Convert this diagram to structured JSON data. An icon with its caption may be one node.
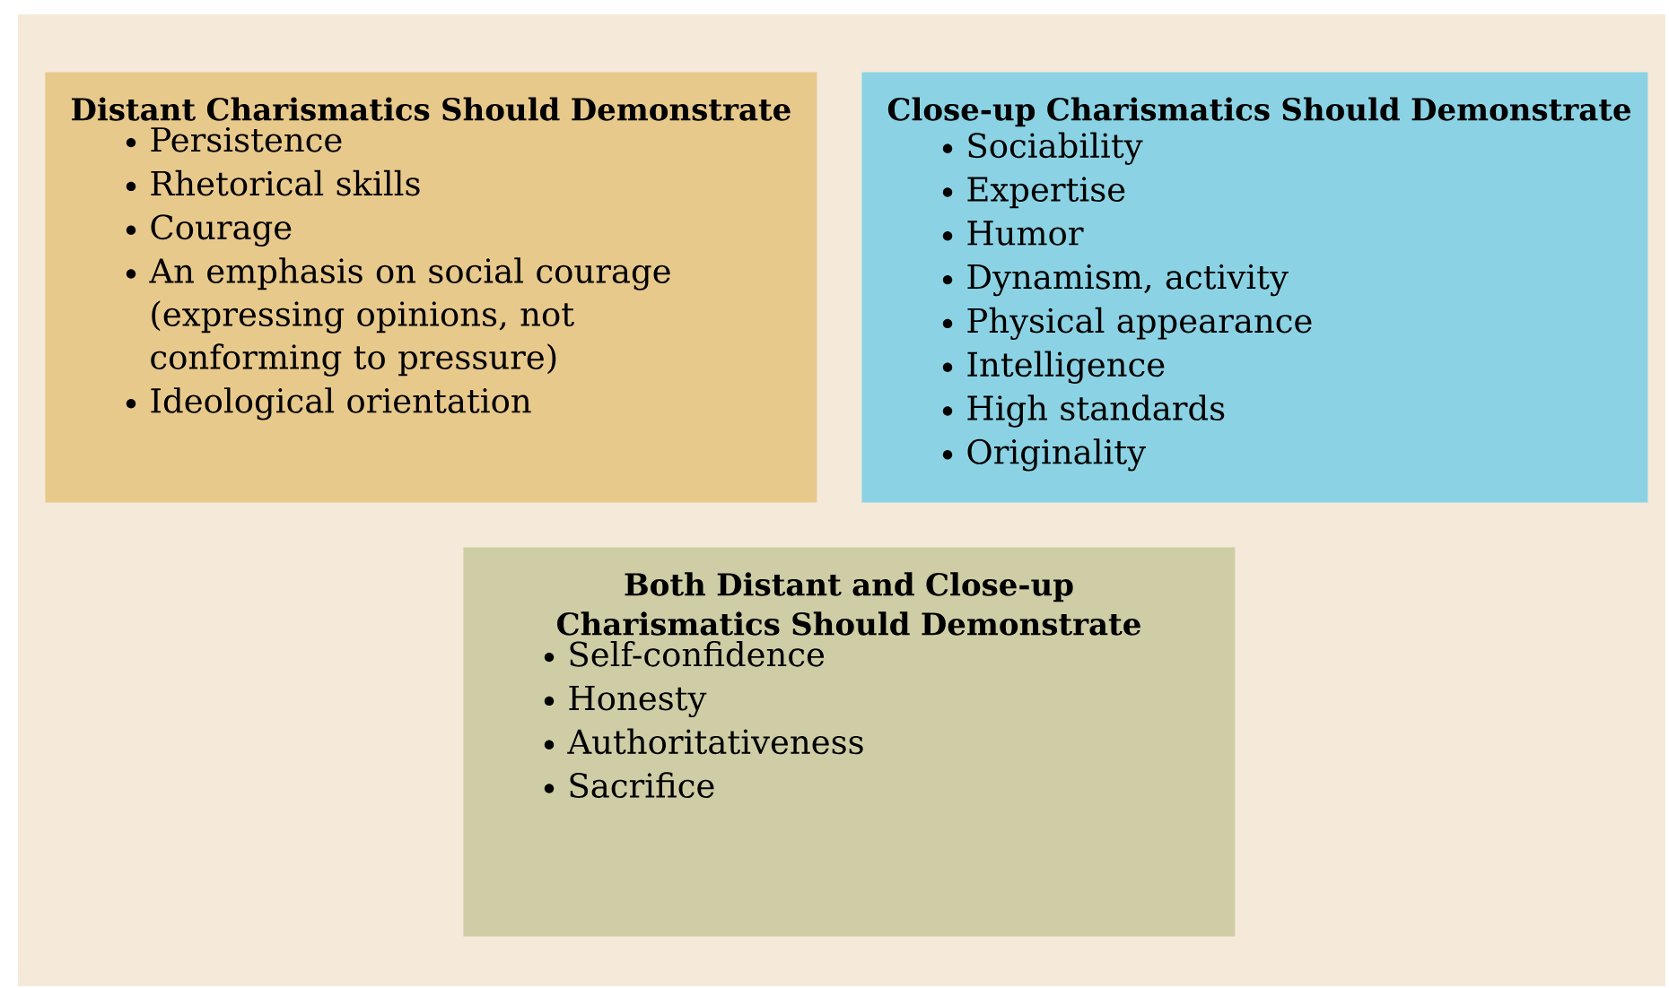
{
  "diagram": {
    "nodes": [
      {
        "text": [
          "Distant Charismatics Should Demonstrate",
          "Persistence",
          "Rhetorical skills",
          "Courage",
          "An emphasis on social courage (expressing opinions, not conforming to pressure)",
          "Ideological orientation"
        ]
      },
      {
        "text": [
          "Close-up Charismatics Should Demonstrate",
          "Sociability",
          "Expertise",
          "Humor",
          "Dynamism, activity",
          "Physical appearance",
          "Intelligence",
          "High standards",
          "Originality"
        ]
      },
      {
        "text": [
          "Both Distant and Close-up Charismatics Should Demonstrate",
          "Self-confidence",
          "Honesty",
          "Authoritativeness",
          "Sacrifice"
        ]
      }
    ]
  }
}
